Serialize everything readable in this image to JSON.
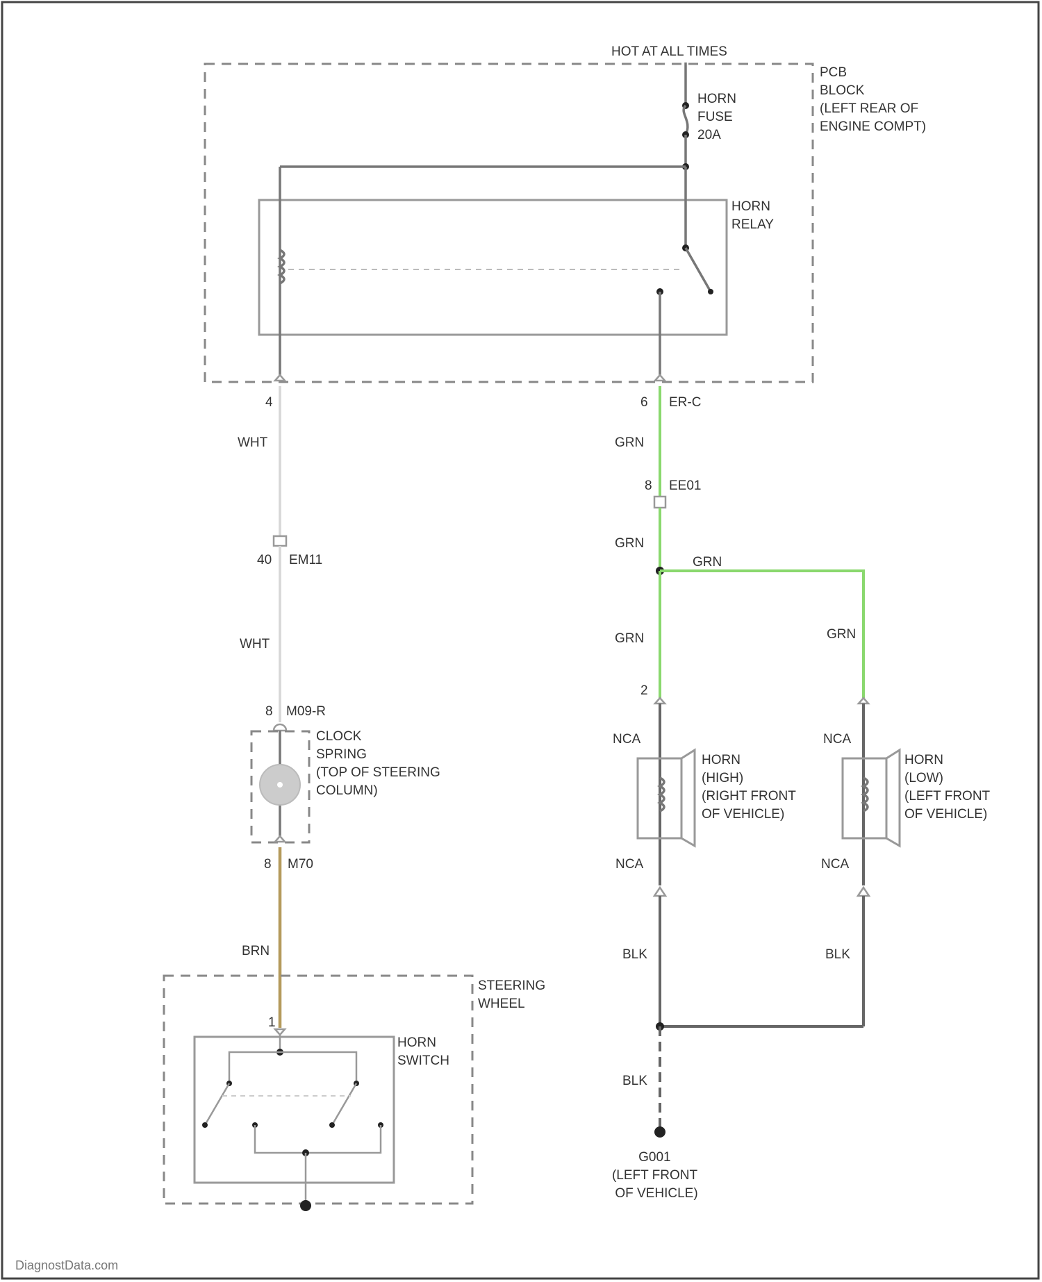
{
  "labels": {
    "hot_at_all_times": "HOT AT ALL TIMES",
    "pdb_block": [
      "PCB",
      "BLOCK",
      "(LEFT REAR OF",
      "ENGINE COMPT)"
    ],
    "horn_fuse": [
      "HORN",
      "FUSE",
      "20A"
    ],
    "horn_relay": [
      "HORN",
      "RELAY"
    ],
    "pin_relay_left": "4",
    "pin_relay_right": "6",
    "conn_relay_right": "ER-C",
    "wire_wht_1": "WHT",
    "wire_grn_1": "GRN",
    "pin_ee01": "8",
    "conn_ee01": "EE01",
    "wire_grn_2": "GRN",
    "wire_grn_branch": "GRN",
    "pin_em11": "40",
    "conn_em11": "EM11",
    "wire_wht_2": "WHT",
    "wire_grn_3": "GRN",
    "wire_grn_4": "GRN",
    "pin_horn_high": "2",
    "pin_m09": "8",
    "conn_m09": "M09-R",
    "clock_spring": [
      "CLOCK",
      "SPRING",
      "(TOP OF STEERING",
      "COLUMN)"
    ],
    "nca_1": "NCA",
    "nca_2": "NCA",
    "horn_high": [
      "HORN",
      "(HIGH)",
      "(RIGHT FRONT",
      "OF VEHICLE)"
    ],
    "horn_low": [
      "HORN",
      "(LOW)",
      "(LEFT FRONT",
      "OF VEHICLE)"
    ],
    "pin_m70": "8",
    "conn_m70": "M70",
    "nca_3": "NCA",
    "nca_4": "NCA",
    "wire_brn": "BRN",
    "wire_blk_1": "BLK",
    "wire_blk_2": "BLK",
    "steering_wheel": [
      "STEERING",
      "WHEEL"
    ],
    "pin_horn_switch": "1",
    "horn_switch": [
      "HORN",
      "SWITCH"
    ],
    "wire_blk_3": "BLK",
    "ground": [
      "G001",
      "(LEFT FRONT",
      "OF VEHICLE)"
    ],
    "watermark": "DiagnostData.com"
  },
  "colors": {
    "wire_wht": "#d6d6d6",
    "wire_grn": "#8ad86e",
    "wire_brn": "#b59a5c",
    "wire_blk": "#666666",
    "wire_internal": "#777777"
  }
}
